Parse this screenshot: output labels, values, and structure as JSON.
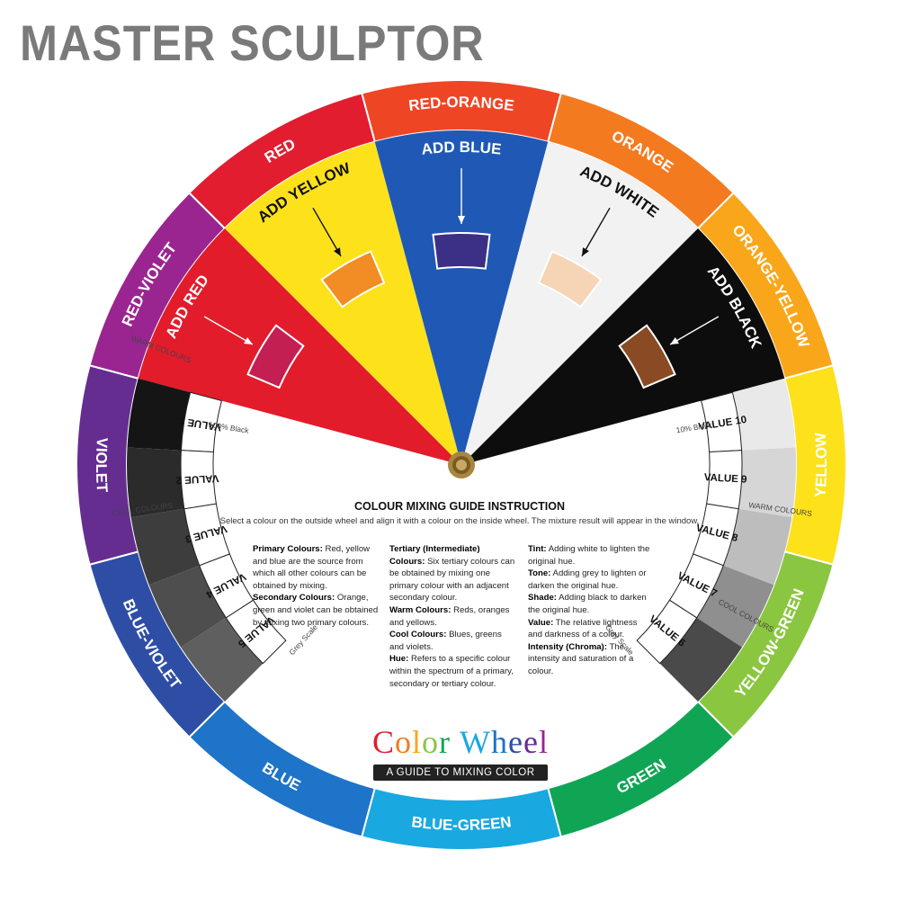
{
  "brand": "MASTER SCULPTOR",
  "colors": {
    "red": "#e31b2c",
    "red_orange": "#ef4a24",
    "orange": "#f68a1e",
    "orange_yellow": "#fbb316",
    "yellow": "#fde21b",
    "yellow_green": "#8dc63f",
    "green": "#12a653",
    "blue_green": "#1ea9e1",
    "blue": "#1b6fc6",
    "blue_violet": "#2f4aa8",
    "violet": "#6a2e9a",
    "red_violet": "#a1238f"
  },
  "outer_ring": [
    {
      "label": "RED-ORANGE",
      "color": "#ee4625"
    },
    {
      "label": "ORANGE",
      "color": "#f47a20"
    },
    {
      "label": "ORANGE-YELLOW",
      "color": "#f9a61a"
    },
    {
      "label": "YELLOW",
      "color": "#fde11a"
    },
    {
      "label": "YELLOW-GREEN",
      "color": "#8ac640"
    },
    {
      "label": "GREEN",
      "color": "#10a555"
    },
    {
      "label": "BLUE-GREEN",
      "color": "#1aa8e0"
    },
    {
      "label": "BLUE",
      "color": "#1e74c8"
    },
    {
      "label": "BLUE-VIOLET",
      "color": "#2e4ea6"
    },
    {
      "label": "VIOLET",
      "color": "#662d91"
    },
    {
      "label": "RED-VIOLET",
      "color": "#9a2590"
    },
    {
      "label": "RED",
      "color": "#e21d30"
    }
  ],
  "inner_sectors": [
    {
      "label": "ADD RED",
      "color": "#e21c2b",
      "text_color": "#ffffff",
      "window_color": "#c41f53"
    },
    {
      "label": "ADD YELLOW",
      "color": "#fde21b",
      "text_color": "#111111",
      "window_color": "#f28c24"
    },
    {
      "label": "ADD BLUE",
      "color": "#1f59b5",
      "text_color": "#ffffff",
      "window_color": "#3b2f86"
    },
    {
      "label": "ADD WHITE",
      "color": "#f2f2f2",
      "text_color": "#111111",
      "window_color": "#f6d4b6"
    },
    {
      "label": "ADD BLACK",
      "color": "#0d0d0d",
      "text_color": "#ffffff",
      "window_color": "#8a4a24"
    }
  ],
  "warm_label": "WARM COLOURS",
  "cool_label": "COOL COLOURS",
  "grey_scale_left": [
    {
      "label": "VALUE 1",
      "shade": "#151515"
    },
    {
      "label": "VALUE 2",
      "shade": "#2b2b2b"
    },
    {
      "label": "VALUE 3",
      "shade": "#3d3d3d"
    },
    {
      "label": "VALUE 4",
      "shade": "#4e4e4e"
    },
    {
      "label": "VALUE 5",
      "shade": "#5f5f5f"
    }
  ],
  "grey_scale_right": [
    {
      "label": "VALUE 10",
      "shade": "#e9e9e9"
    },
    {
      "label": "VALUE 9",
      "shade": "#d6d6d6"
    },
    {
      "label": "VALUE 8",
      "shade": "#bdbdbd"
    },
    {
      "label": "VALUE 7",
      "shade": "#8f8f8f"
    },
    {
      "label": "VALUE 6",
      "shade": "#4a4a4a"
    }
  ],
  "black_100": "100% Black",
  "black_10": "10% Black",
  "grey_scale_caption": "Grey Scale",
  "instructions": {
    "title": "COLOUR MIXING GUIDE INSTRUCTION",
    "subtitle": "Select a colour on the outside wheel and align it with a colour on the inside wheel. The mixture result will appear in the window.",
    "col1": [
      {
        "term": "Primary Colours:",
        "text": " Red, yellow and blue are the source from which all other colours can be obtained by mixing."
      },
      {
        "term": "Secondary Colours:",
        "text": " Orange, green and violet can be obtained by mixing two primary colours."
      }
    ],
    "col2": [
      {
        "term": "Tertiary (Intermediate) Colours:",
        "text": " Six tertiary colours can be obtained by mixing one primary colour with an adjacent secondary colour."
      },
      {
        "term": "Warm Colours:",
        "text": " Reds, oranges and yellows."
      },
      {
        "term": "Cool Colours:",
        "text": " Blues, greens and violets."
      },
      {
        "term": "Hue:",
        "text": " Refers to a specific colour within the spectrum of a primary, secondary or tertiary colour."
      }
    ],
    "col3": [
      {
        "term": "Tint:",
        "text": " Adding white to lighten the original hue."
      },
      {
        "term": "Tone:",
        "text": " Adding grey to lighten or darken the original hue."
      },
      {
        "term": "Shade:",
        "text": " Adding black to darken the original hue."
      },
      {
        "term": "Value:",
        "text": " The relative lightness and darkness of a colour."
      },
      {
        "term": "Intensity (Chroma):",
        "text": " The intensity and saturation of a colour."
      }
    ]
  },
  "logo": {
    "letters": [
      {
        "ch": "C",
        "color": "#e21d30"
      },
      {
        "ch": "o",
        "color": "#f47a20"
      },
      {
        "ch": "l",
        "color": "#f9a61a"
      },
      {
        "ch": "o",
        "color": "#8ac640"
      },
      {
        "ch": "r",
        "color": "#10a555"
      },
      {
        "ch": " ",
        "color": "#000000"
      },
      {
        "ch": "W",
        "color": "#1aa8e0"
      },
      {
        "ch": "h",
        "color": "#1e74c8"
      },
      {
        "ch": "e",
        "color": "#2e4ea6"
      },
      {
        "ch": "e",
        "color": "#662d91"
      },
      {
        "ch": "l",
        "color": "#9a2590"
      }
    ],
    "tagline": "A GUIDE TO MIXING COLOR"
  }
}
